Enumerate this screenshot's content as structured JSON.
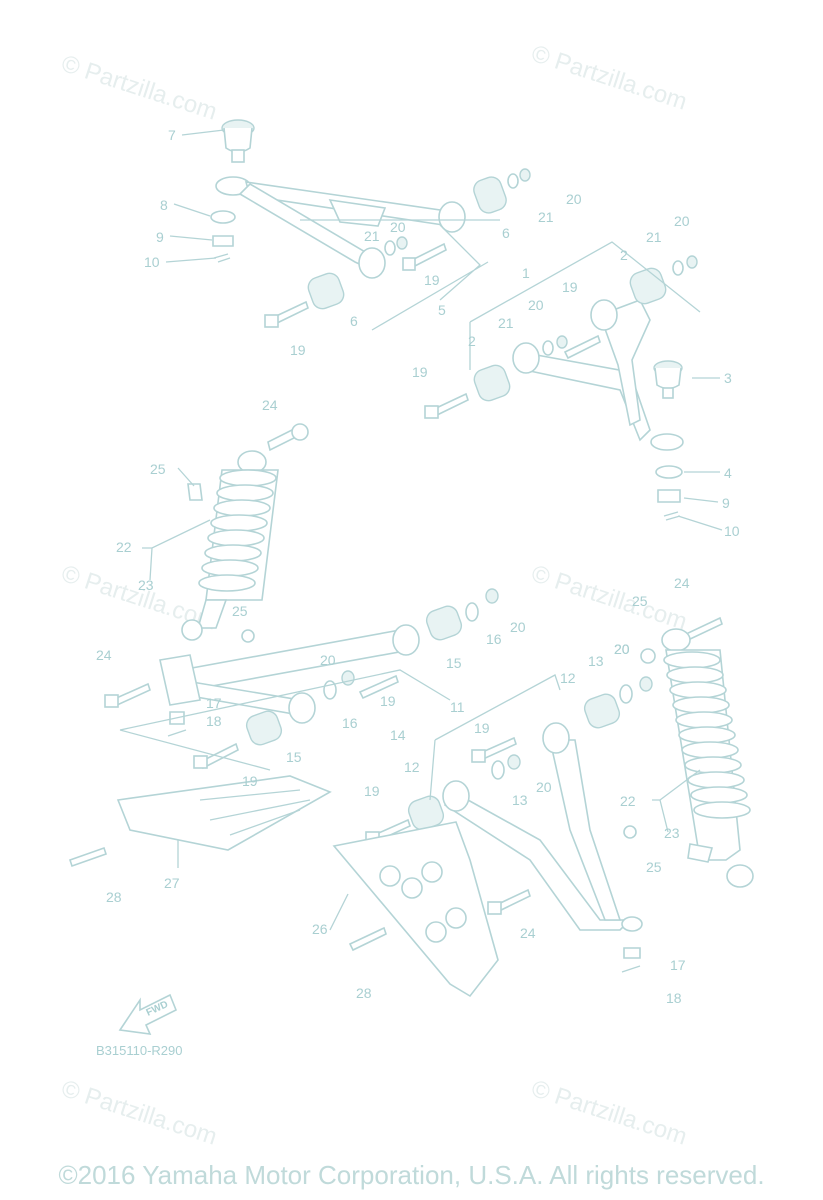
{
  "watermarks": [
    "© Partzilla.com",
    "© Partzilla.com",
    "© Partzilla.com",
    "© Partzilla.com",
    "© Partzilla.com",
    "© Partzilla.com"
  ],
  "callouts": [
    {
      "label": "7"
    },
    {
      "label": "8"
    },
    {
      "label": "9"
    },
    {
      "label": "10"
    },
    {
      "label": "21"
    },
    {
      "label": "20"
    },
    {
      "label": "19"
    },
    {
      "label": "6"
    },
    {
      "label": "5"
    },
    {
      "label": "20"
    },
    {
      "label": "21"
    },
    {
      "label": "6"
    },
    {
      "label": "19"
    },
    {
      "label": "20"
    },
    {
      "label": "21"
    },
    {
      "label": "2"
    },
    {
      "label": "1"
    },
    {
      "label": "20"
    },
    {
      "label": "19"
    },
    {
      "label": "21"
    },
    {
      "label": "2"
    },
    {
      "label": "19"
    },
    {
      "label": "3"
    },
    {
      "label": "4"
    },
    {
      "label": "9"
    },
    {
      "label": "10"
    },
    {
      "label": "24"
    },
    {
      "label": "25"
    },
    {
      "label": "22"
    },
    {
      "label": "23"
    },
    {
      "label": "25"
    },
    {
      "label": "24"
    },
    {
      "label": "17"
    },
    {
      "label": "18"
    },
    {
      "label": "15"
    },
    {
      "label": "19"
    },
    {
      "label": "14"
    },
    {
      "label": "16"
    },
    {
      "label": "20"
    },
    {
      "label": "19"
    },
    {
      "label": "15"
    },
    {
      "label": "16"
    },
    {
      "label": "20"
    },
    {
      "label": "11"
    },
    {
      "label": "12"
    },
    {
      "label": "13"
    },
    {
      "label": "20"
    },
    {
      "label": "19"
    },
    {
      "label": "12"
    },
    {
      "label": "19"
    },
    {
      "label": "13"
    },
    {
      "label": "20"
    },
    {
      "label": "24"
    },
    {
      "label": "25"
    },
    {
      "label": "20"
    },
    {
      "label": "22"
    },
    {
      "label": "23"
    },
    {
      "label": "25"
    },
    {
      "label": "27"
    },
    {
      "label": "28"
    },
    {
      "label": "26"
    },
    {
      "label": "24"
    },
    {
      "label": "28"
    },
    {
      "label": "17"
    },
    {
      "label": "18"
    }
  ],
  "fwd_label": "FWD",
  "diagram_code": "B315110-R290",
  "copyright": "©2016  Yamaha Motor Corporation, U.S.A. All rights reserved."
}
